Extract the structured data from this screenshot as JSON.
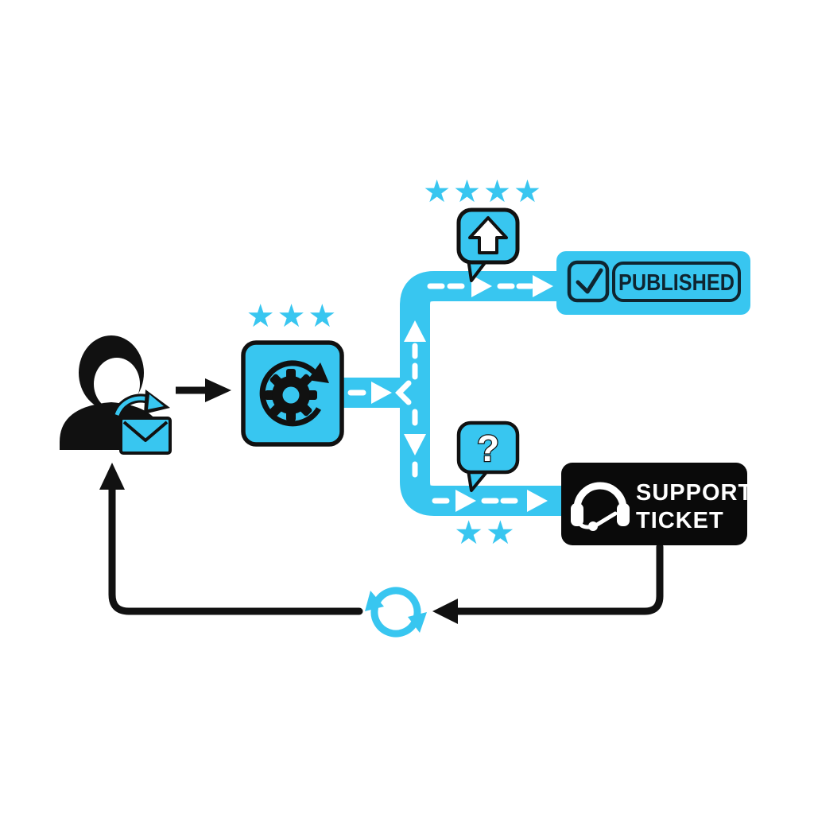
{
  "colors": {
    "accent": "#38C6F0",
    "ink": "#111111",
    "published_text": "#0F2530",
    "support_bg": "#0A0A0A",
    "text_on_dark": "#FFFFFF",
    "background": "#FFFFFF"
  },
  "glyphs": {
    "star": "★"
  },
  "workflow": {
    "user": {
      "icon": "user-sending-email",
      "sub_icons": [
        "envelope-icon",
        "share-arrow-icon"
      ]
    },
    "process": {
      "icon": "gear-refresh",
      "stars": 3
    },
    "published": {
      "label": "PUBLISHED",
      "icon": "checkbox-check",
      "stars": 4,
      "bubble_icon": "upload-arrow-speech-bubble"
    },
    "support": {
      "label_line1": "SUPPORT",
      "label_line2": "TICKET",
      "icon": "headset",
      "stars": 2,
      "bubble_icon": "question-speech-bubble",
      "bubble_glyph": "?"
    },
    "feedback": {
      "icon": "sync-refresh-arrows"
    }
  }
}
